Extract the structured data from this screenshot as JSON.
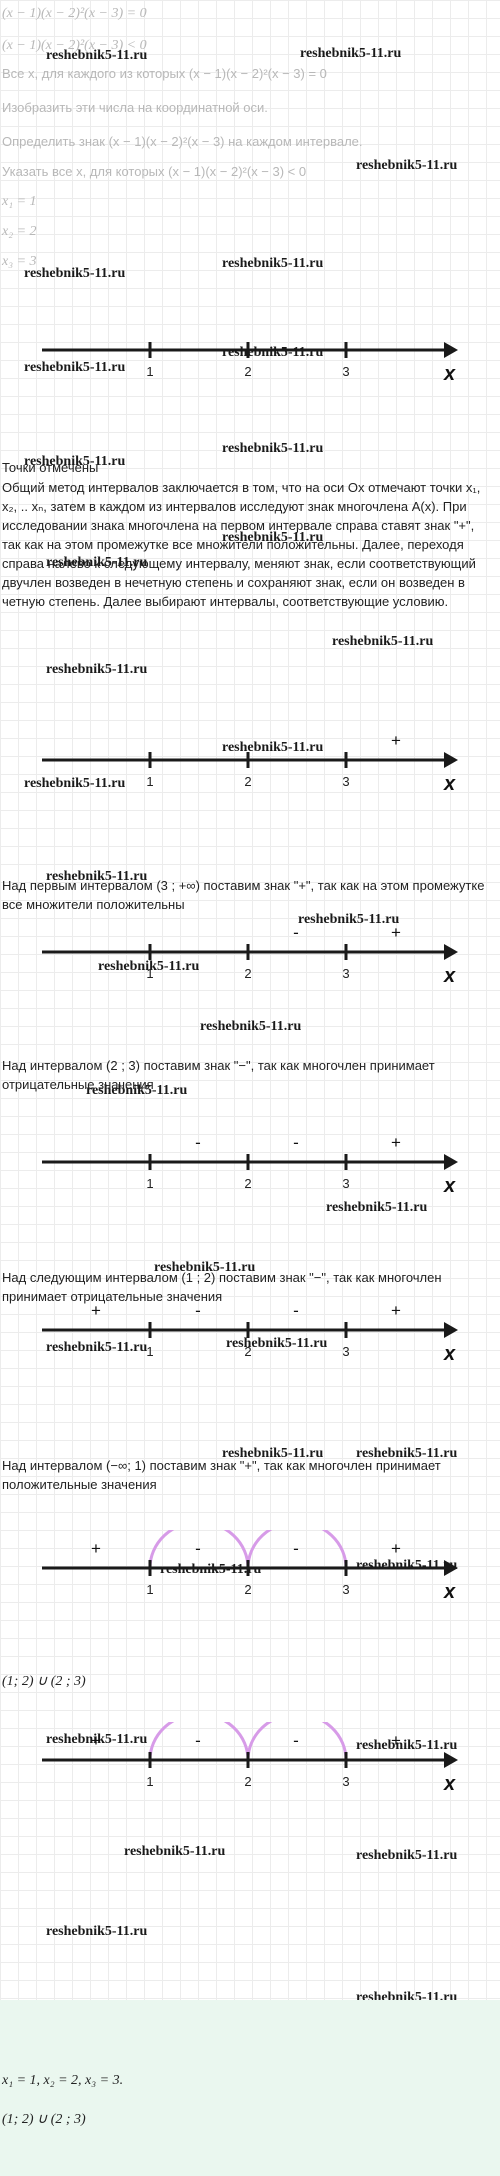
{
  "header_lines": [
    "(x − 1)(x − 2)²(x − 3) = 0",
    "(x − 1)(x − 2)²(x − 3) < 0",
    "Все x, для каждого из которых (x − 1)(x − 2)²(x − 3) = 0",
    "Изобразить эти числа на координатной оси.",
    "Определить знак (x − 1)(x − 2)²(x − 3) на каждом интервале.",
    "Указать все x, для которых (x − 1)(x − 2)²(x − 3) < 0",
    "x₁ = 1",
    "x₂ = 2",
    "x₃ = 3"
  ],
  "watermark": "reshebnik5-11.ru",
  "axis_label": "x",
  "tick_labels": [
    "1",
    "2",
    "3"
  ],
  "texts": {
    "points_marked": "Точки отмечены",
    "method_paragraph": "Общий метод интервалов заключается в том, что на оси Ox отмечают точки x₁, x₂, .. xₙ, затем в каждом из интервалов исследуют знак многочлена A(x). При исследовании знака многочлена на первом интервале справа ставят знак \"+\", так как на этом промежутке все множители положительны. Далее, переходя справа налево к следующему интервалу, меняют знак, если соответствующий двучлен возведен в нечетную степень и сохраняют знак, если он возведен в четную степень. Далее выбирают интервалы, соответствующие условию.",
    "step1": "Над первым интервалом (3 ; +∞) поставим знак \"+\", так как на этом промежутке все множители положительны",
    "step2": "Над интервалом (2 ; 3) поставим знак \"−\", так как многочлен принимает отрицательные значения",
    "step3": "Над следующим интервалом (1 ; 2) поставим знак \"−\", так как многочлен принимает отрицательные значения",
    "step4": "Над интервалом (−∞; 1) поставим знак \"+\", так как многочлен принимает положительные значения",
    "answer_intervals": "(1; 2) ∪ (2 ; 3)",
    "final_roots": "x₁ = 1, x₂ = 2, x₃ = 3.",
    "final_answer": "(1; 2) ∪ (2 ; 3)"
  },
  "diagrams": [
    {
      "signs": [
        "",
        "",
        "",
        ""
      ],
      "arcs": false
    },
    {
      "signs": [
        "",
        "",
        "",
        "+"
      ],
      "arcs": false
    },
    {
      "signs": [
        "",
        "",
        "-",
        "+"
      ],
      "arcs": false
    },
    {
      "signs": [
        "",
        "-",
        "-",
        "+"
      ],
      "arcs": false
    },
    {
      "signs": [
        "+",
        "-",
        "-",
        "+"
      ],
      "arcs": false
    },
    {
      "signs": [
        "+",
        "-",
        "-",
        "+"
      ],
      "arcs": true
    },
    {
      "signs": [
        "+",
        "-",
        "-",
        "+"
      ],
      "arcs": true
    }
  ],
  "colors": {
    "axis": "#1a1a1a",
    "arc": "#d79be8",
    "answer_band": "#eaf7ef",
    "faint_text": "#b8b8b8"
  }
}
